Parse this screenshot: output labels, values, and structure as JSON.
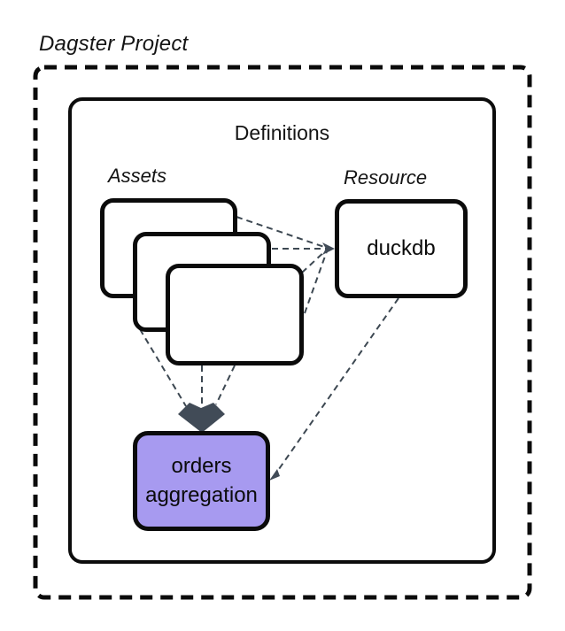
{
  "title": "Dagster Project",
  "definitions": {
    "label": "Definitions",
    "assets": {
      "label": "Assets",
      "card_count": 3
    },
    "resource": {
      "label": "Resource",
      "node_label": "duckdb"
    },
    "asset_node_label": "orders aggregation"
  },
  "edges": {
    "assets_to_resource": 4,
    "assets_to_asset_node": 3,
    "resource_to_asset_node": 1
  },
  "colors": {
    "background": "#ffffff",
    "box_border": "#0b0b0b",
    "dashed_line": "#3d4852",
    "arrowhead": "#414b57",
    "asset_node_fill": "#a79af0"
  }
}
